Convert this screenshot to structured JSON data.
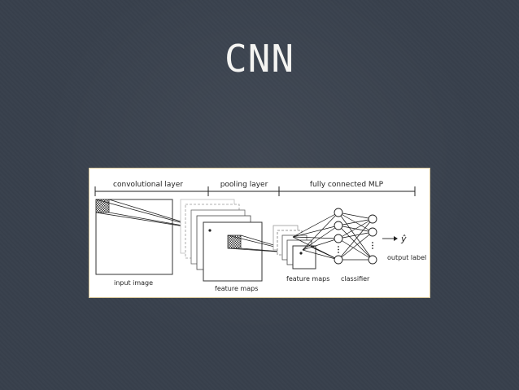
{
  "slide": {
    "title": "CNN"
  },
  "diagram": {
    "sections": {
      "convolutional": "convolutional layer",
      "pooling": "pooling layer",
      "mlp": "fully connected MLP"
    },
    "labels": {
      "input_image": "input image",
      "feature_maps_1": "feature maps",
      "feature_maps_2": "feature maps",
      "classifier": "classifier",
      "output_label": "output label",
      "y_hat": "ŷ"
    }
  }
}
